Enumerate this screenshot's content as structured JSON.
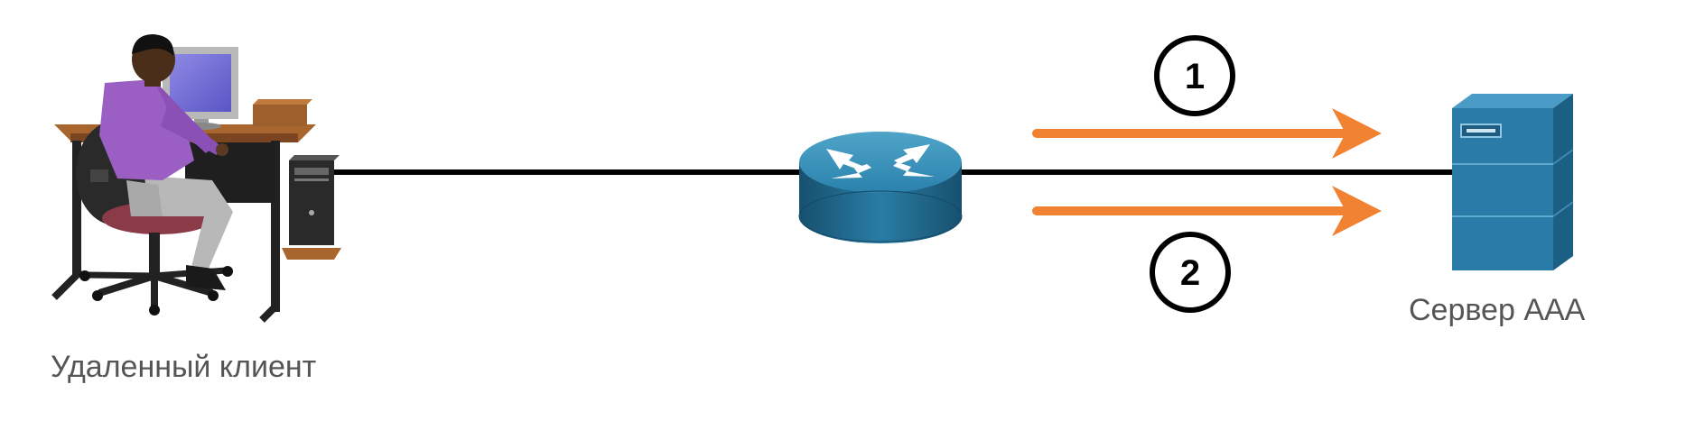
{
  "nodes": {
    "client": {
      "label": "Удаленный клиент",
      "icon": "workstation-user-icon"
    },
    "router": {
      "label": "",
      "icon": "router-icon"
    },
    "server": {
      "label": "Сервер AAA",
      "icon": "server-icon"
    }
  },
  "steps": [
    {
      "number": "1",
      "direction": "to-server"
    },
    {
      "number": "2",
      "direction": "to-server"
    }
  ],
  "colors": {
    "link": "#000000",
    "arrow": "#f08232",
    "router_body": "#1e6f94",
    "server_body": "#2b7ba8",
    "desk": "#9a5a2b",
    "shirt": "#9b5fc4",
    "chair": "#8b3a48"
  }
}
